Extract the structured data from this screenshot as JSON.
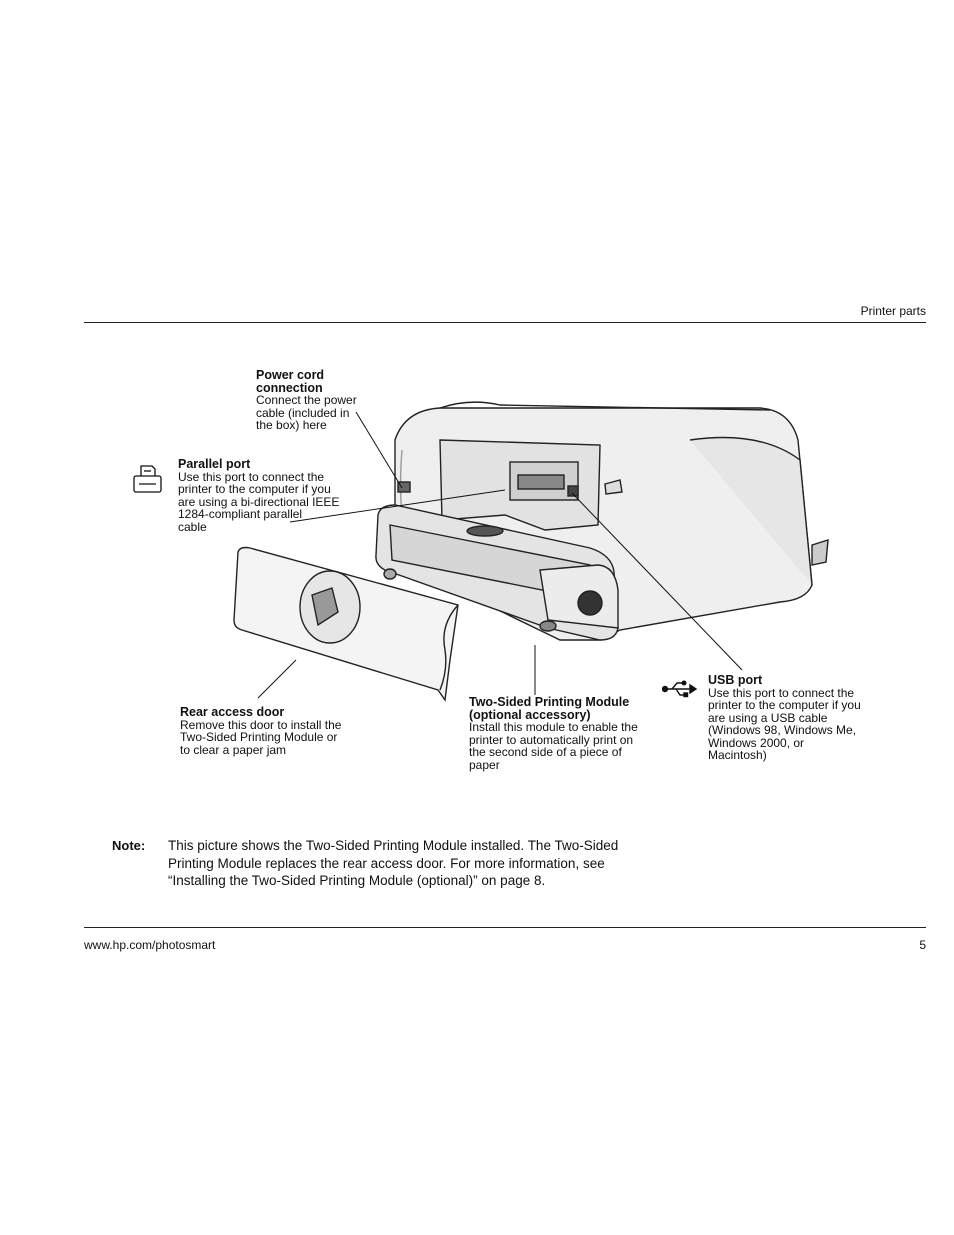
{
  "header": {
    "section_title": "Printer parts"
  },
  "callouts": {
    "power_cord": {
      "title": "Power cord\nconnection",
      "description": "Connect the power\ncable (included in\nthe box) here"
    },
    "parallel_port": {
      "title": "Parallel port",
      "description": "Use this port to connect the\nprinter to the computer if you\nare using a bi-directional IEEE\n1284-compliant parallel\ncable"
    },
    "rear_door": {
      "title": "Rear access door",
      "description": "Remove this door to install the\nTwo-Sided Printing Module or\nto clear a paper jam"
    },
    "two_sided_module": {
      "title": "Two-Sided Printing Module\n(optional accessory)",
      "description": "Install this module to enable the\nprinter to automatically print on\nthe second side of a piece of\npaper"
    },
    "usb_port": {
      "title": "USB port",
      "description": "Use this port to connect the\nprinter to the computer if you\nare using a USB cable\n(Windows 98, Windows Me,\nWindows 2000, or\nMacintosh)"
    }
  },
  "icons": {
    "parallel": "printer-parallel-icon",
    "usb": "usb-icon"
  },
  "note": {
    "label": "Note:",
    "text": "This picture shows the Two-Sided Printing Module installed. The Two-Sided\nPrinting Module replaces the rear access door. For more information, see\n“Installing the Two-Sided Printing Module (optional)” on page 8."
  },
  "footer": {
    "url": "www.hp.com/photosmart",
    "page_number": "5"
  }
}
